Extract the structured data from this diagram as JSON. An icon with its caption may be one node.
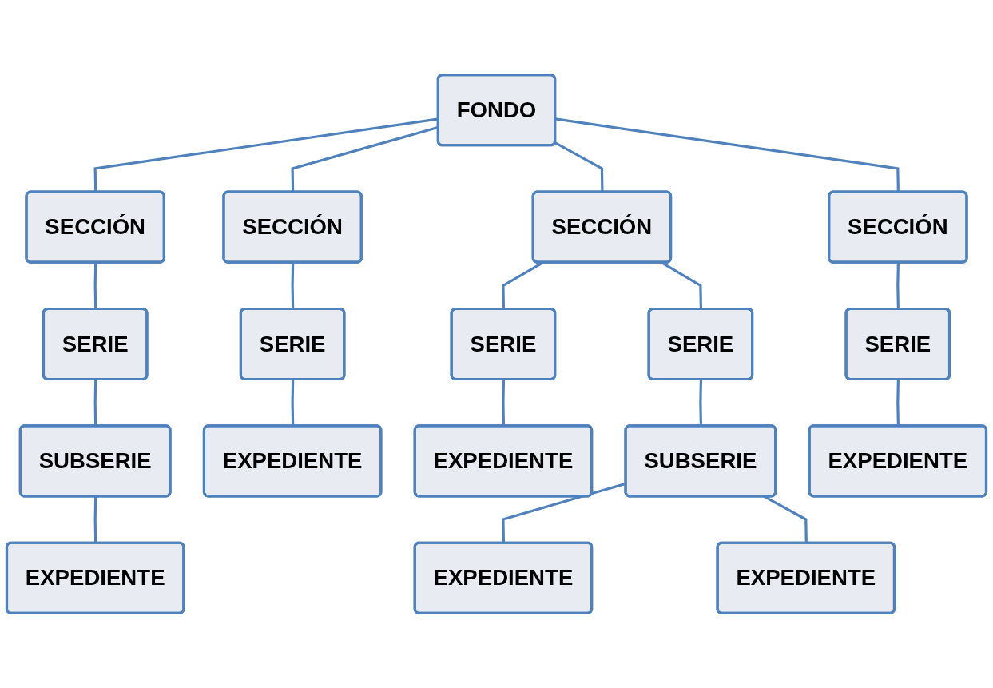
{
  "diagram": {
    "nodes": [
      {
        "text": [
          "FONDO"
        ]
      },
      {
        "text": [
          "SECCIÓN"
        ]
      },
      {
        "text": [
          "SECCIÓN"
        ]
      },
      {
        "text": [
          "SECCIÓN"
        ]
      },
      {
        "text": [
          "SECCIÓN"
        ]
      },
      {
        "text": [
          "SERIE"
        ]
      },
      {
        "text": [
          "SERIE"
        ]
      },
      {
        "text": [
          "SERIE"
        ]
      },
      {
        "text": [
          "SERIE"
        ]
      },
      {
        "text": [
          "SERIE"
        ]
      },
      {
        "text": [
          "SUBSERIE"
        ]
      },
      {
        "text": [
          "EXPEDIENTE"
        ]
      },
      {
        "text": [
          "EXPEDIENTE"
        ]
      },
      {
        "text": [
          "SUBSERIE"
        ]
      },
      {
        "text": [
          "EXPEDIENTE"
        ]
      },
      {
        "text": [
          "EXPEDIENTE"
        ]
      },
      {
        "text": [
          "EXPEDIENTE"
        ]
      },
      {
        "text": [
          "EXPEDIENTE"
        ]
      }
    ],
    "edges": [
      {
        "from": 0,
        "to": 1,
        "arrow": "none"
      },
      {
        "from": 0,
        "to": 2,
        "arrow": "none"
      },
      {
        "from": 0,
        "to": 3,
        "arrow": "none"
      },
      {
        "from": 0,
        "to": 4,
        "arrow": "none"
      },
      {
        "from": 1,
        "to": 5,
        "arrow": "none"
      },
      {
        "from": 2,
        "to": 6,
        "arrow": "none"
      },
      {
        "from": 3,
        "to": 7,
        "arrow": "none"
      },
      {
        "from": 3,
        "to": 8,
        "arrow": "none"
      },
      {
        "from": 4,
        "to": 9,
        "arrow": "none"
      },
      {
        "from": 5,
        "to": 10,
        "arrow": "none"
      },
      {
        "from": 6,
        "to": 11,
        "arrow": "none"
      },
      {
        "from": 7,
        "to": 12,
        "arrow": "none"
      },
      {
        "from": 8,
        "to": 13,
        "arrow": "none"
      },
      {
        "from": 9,
        "to": 14,
        "arrow": "none"
      },
      {
        "from": 10,
        "to": 15,
        "arrow": "none"
      },
      {
        "from": 13,
        "to": 16,
        "arrow": "none"
      },
      {
        "from": 13,
        "to": 17,
        "arrow": "none"
      }
    ]
  }
}
